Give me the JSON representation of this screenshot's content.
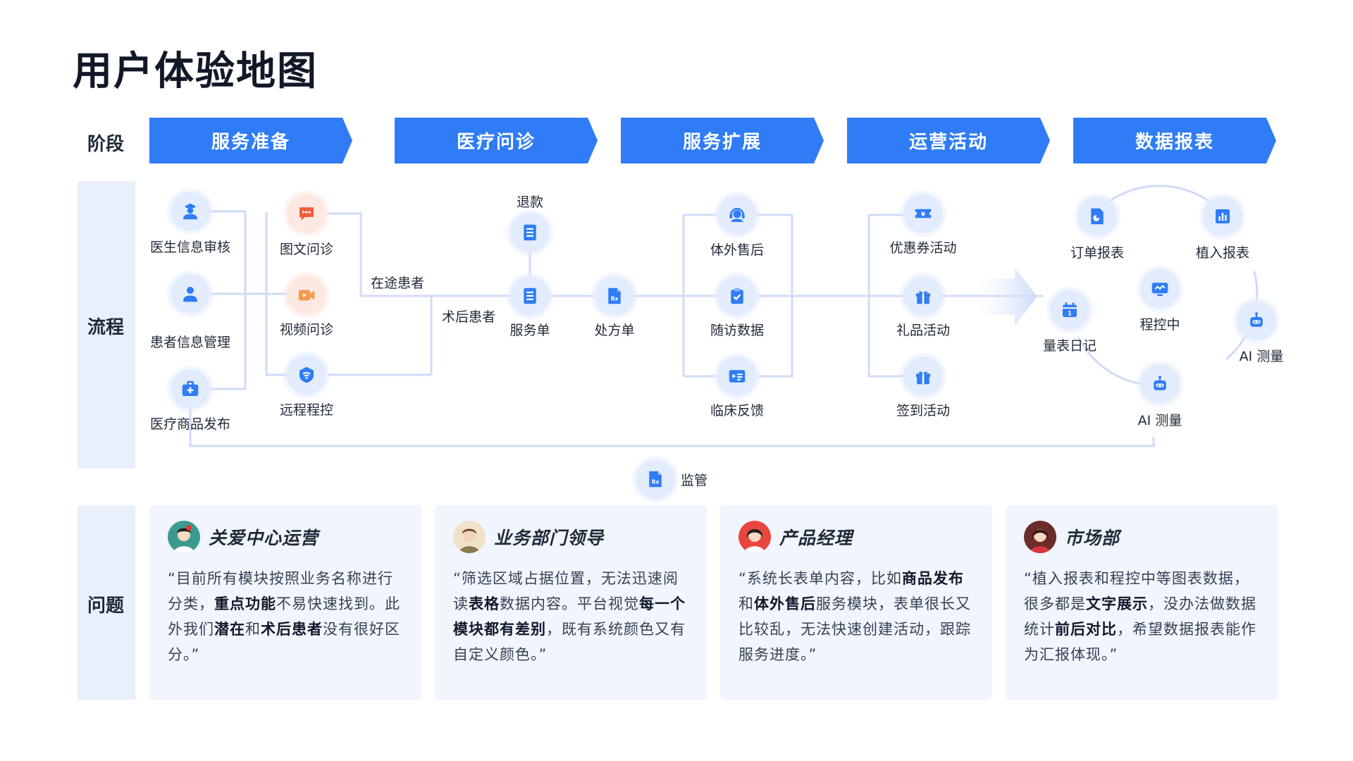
{
  "title": "用户体验地图",
  "rows": {
    "stage": "阶段",
    "flow": "流程",
    "issue": "问题"
  },
  "stages": [
    "服务准备",
    "医疗问诊",
    "服务扩展",
    "运营活动",
    "数据报表"
  ],
  "nodes": {
    "doctor_review": "医生信息审核",
    "patient_manage": "患者信息管理",
    "product_publish": "医疗商品发布",
    "text_consult": "图文问诊",
    "video_consult": "视频问诊",
    "remote_control": "远程程控",
    "refund": "退款",
    "service_order": "服务单",
    "prescription": "处方单",
    "after_sales": "体外售后",
    "followup": "随访数据",
    "clinical": "临床反馈",
    "coupon": "优惠券活动",
    "gift": "礼品活动",
    "checkin": "签到活动",
    "order_report": "订单报表",
    "implant_report": "植入报表",
    "controlling": "程控中",
    "dose_diary": "量表日记",
    "ai_right": "AI 测量",
    "ai_bottom": "AI 测量",
    "supervise": "监管"
  },
  "edges": {
    "in_transit": "在途患者",
    "post_op": "术后患者"
  },
  "icons": {
    "doctor": "doctor-icon",
    "user": "user-icon",
    "medkit": "medical-kit-icon",
    "chat": "chat-bubble-icon",
    "video": "video-camera-icon",
    "wifi": "remote-signal-icon",
    "doc": "document-icon",
    "rx": "prescription-icon",
    "headset": "headset-icon",
    "clipboard": "clipboard-check-icon",
    "idcard": "feedback-card-icon",
    "coupon": "coupon-icon",
    "gift": "gift-icon",
    "report": "report-icon",
    "barchart": "bar-chart-icon",
    "monitor": "monitor-icon",
    "calendar": "calendar-icon",
    "robot": "robot-icon"
  },
  "colors": {
    "primary": "#2f7cf6",
    "node_bg": "#e3ecfd",
    "node_bg_orange": "#fde9e2",
    "orange": "#f25d3c",
    "panel": "#eaeffc",
    "card": "#f1f5fd",
    "line": "#cfdcf5"
  },
  "cards": [
    {
      "name": "关爱中心运营",
      "quote": [
        {
          "t": "“目前所有模块按照业务名称进行分类，"
        },
        {
          "t": "重点功能",
          "b": true
        },
        {
          "t": "不易快速找到。此外我们"
        },
        {
          "t": "潜在",
          "b": true
        },
        {
          "t": "和"
        },
        {
          "t": "术后患者",
          "b": true
        },
        {
          "t": "没有很好区分。”"
        }
      ]
    },
    {
      "name": "业务部门领导",
      "quote": [
        {
          "t": "“筛选区域占据位置，无法迅速阅读"
        },
        {
          "t": "表格",
          "b": true
        },
        {
          "t": "数据内容。平台视觉"
        },
        {
          "t": "每一个模块都有差别",
          "b": true
        },
        {
          "t": "，既有系统颜色又有自定义颜色。”"
        }
      ]
    },
    {
      "name": "产品经理",
      "quote": [
        {
          "t": "“系统长表单内容，比如"
        },
        {
          "t": "商品发布",
          "b": true
        },
        {
          "t": "和"
        },
        {
          "t": "体外售后",
          "b": true
        },
        {
          "t": "服务模块，表单很长又比较乱，无法快速创建活动，跟踪服务进度。”"
        }
      ]
    },
    {
      "name": "市场部",
      "quote": [
        {
          "t": "“植入报表和程控中等图表数据，很多都是"
        },
        {
          "t": "文字展示",
          "b": true
        },
        {
          "t": "，没办法做数据统计"
        },
        {
          "t": "前后对比",
          "b": true
        },
        {
          "t": "，希望数据报表能作为汇报体现。”"
        }
      ]
    }
  ]
}
